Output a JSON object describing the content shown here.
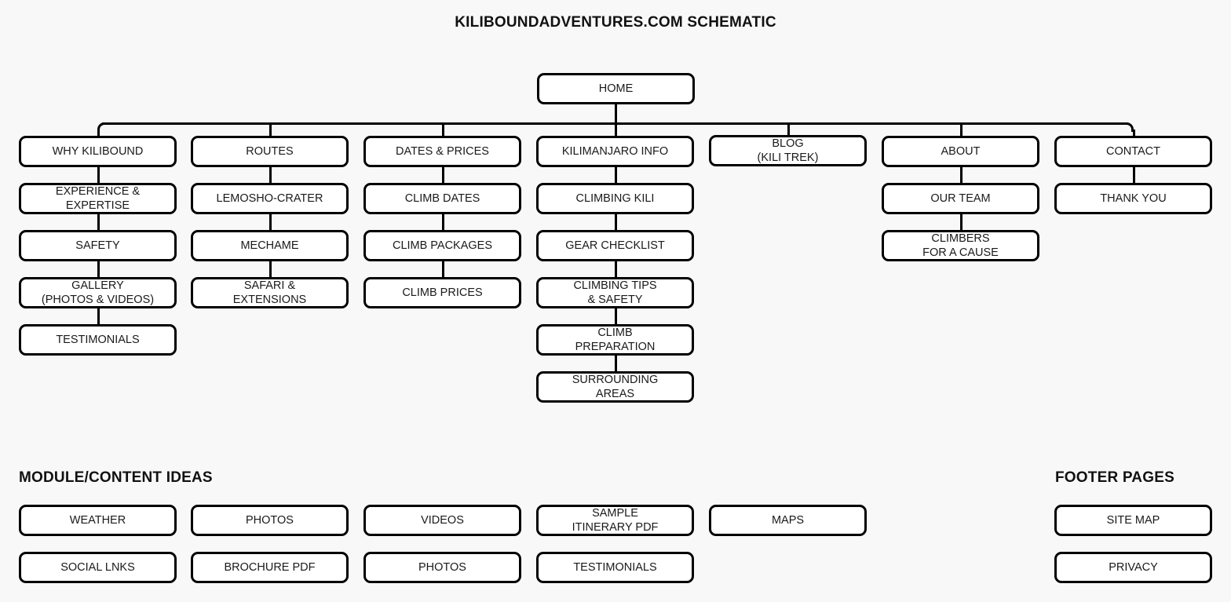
{
  "document": {
    "title": "KILIBOUNDADVENTURES.COM SCHEMATIC",
    "background_color": "#f8f8f8",
    "box_fill_color": "#ffffff",
    "line_color": "#000000"
  },
  "sitemap": {
    "root": {
      "label": "HOME"
    },
    "columns": [
      {
        "name": "why-kilibound",
        "nodes": [
          {
            "label": "WHY KILIBOUND"
          },
          {
            "label": "EXPERIENCE &\nEXPERTISE"
          },
          {
            "label": "SAFETY"
          },
          {
            "label": "GALLERY\n(PHOTOS & VIDEOS)"
          },
          {
            "label": "TESTIMONIALS"
          }
        ]
      },
      {
        "name": "routes",
        "nodes": [
          {
            "label": "ROUTES"
          },
          {
            "label": "LEMOSHO-CRATER"
          },
          {
            "label": "MECHAME"
          },
          {
            "label": "SAFARI &\nEXTENSIONS"
          }
        ]
      },
      {
        "name": "dates-and-prices",
        "nodes": [
          {
            "label": "DATES & PRICES"
          },
          {
            "label": "CLIMB DATES"
          },
          {
            "label": "CLIMB PACKAGES"
          },
          {
            "label": "CLIMB PRICES"
          }
        ]
      },
      {
        "name": "kilimanjaro-info",
        "nodes": [
          {
            "label": "KILIMANJARO INFO"
          },
          {
            "label": "CLIMBING KILI"
          },
          {
            "label": "GEAR CHECKLIST"
          },
          {
            "label": "CLIMBING TIPS\n& SAFETY"
          },
          {
            "label": "CLIMB\nPREPARATION"
          },
          {
            "label": "SURROUNDING\nAREAS"
          }
        ]
      },
      {
        "name": "blog",
        "nodes": [
          {
            "label": "BLOG\n(KILI TREK)"
          }
        ]
      },
      {
        "name": "about",
        "nodes": [
          {
            "label": "ABOUT"
          },
          {
            "label": "OUR TEAM"
          },
          {
            "label": "CLIMBERS\nFOR A CAUSE"
          }
        ]
      },
      {
        "name": "contact",
        "nodes": [
          {
            "label": "CONTACT"
          },
          {
            "label": "THANK YOU"
          }
        ]
      }
    ]
  },
  "modules": {
    "title": "MODULE/CONTENT IDEAS",
    "row1": [
      {
        "label": "WEATHER"
      },
      {
        "label": "PHOTOS"
      },
      {
        "label": "VIDEOS"
      },
      {
        "label": "SAMPLE\nITINERARY PDF"
      },
      {
        "label": "MAPS"
      }
    ],
    "row2": [
      {
        "label": "SOCIAL LNKS"
      },
      {
        "label": "BROCHURE PDF"
      },
      {
        "label": "PHOTOS"
      },
      {
        "label": "TESTIMONIALS"
      }
    ]
  },
  "footer_pages": {
    "title": "FOOTER PAGES",
    "items": [
      {
        "label": "SITE MAP"
      },
      {
        "label": "PRIVACY"
      }
    ]
  }
}
